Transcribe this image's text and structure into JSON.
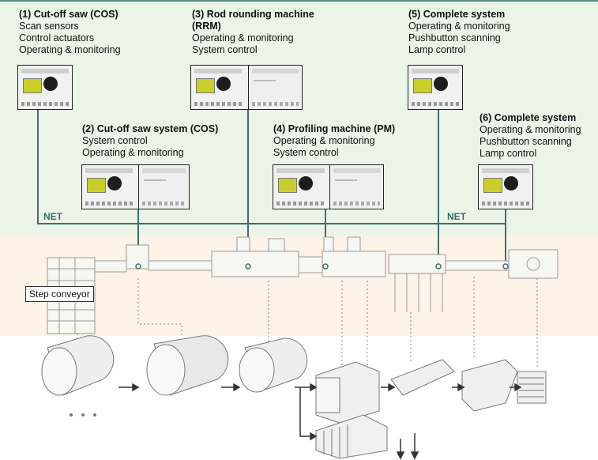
{
  "labels": {
    "cos1": {
      "title": "(1) Cut-off saw (COS)",
      "lines": [
        "Scan sensors",
        "Control actuators",
        "Operating & monitoring"
      ]
    },
    "rrm3": {
      "title": "(3) Rod rounding machine",
      "title2": "(RRM)",
      "lines": [
        "Operating & monitoring",
        "System control"
      ]
    },
    "complete5": {
      "title": "(5) Complete system",
      "lines": [
        "Operating & monitoring",
        "Pushbutton scanning",
        "Lamp control"
      ]
    },
    "cos2": {
      "title": "(2) Cut-off saw system (COS)",
      "lines": [
        "System control",
        "Operating & monitoring"
      ]
    },
    "pm4": {
      "title": "(4) Profiling machine (PM)",
      "lines": [
        "Operating & monitoring",
        "System control"
      ]
    },
    "complete6": {
      "title": "(6) Complete system",
      "lines": [
        "Operating & monitoring",
        "Pushbutton scanning",
        "Lamp control"
      ]
    }
  },
  "net_labels": [
    "NET",
    "NET"
  ],
  "step_conveyor": "Step conveyor",
  "colors": {
    "top_band": "#eaf4e7",
    "middle_band": "#fcf2e5",
    "net_line": "#3f6f6c",
    "lcd": "#c9cf2a"
  }
}
